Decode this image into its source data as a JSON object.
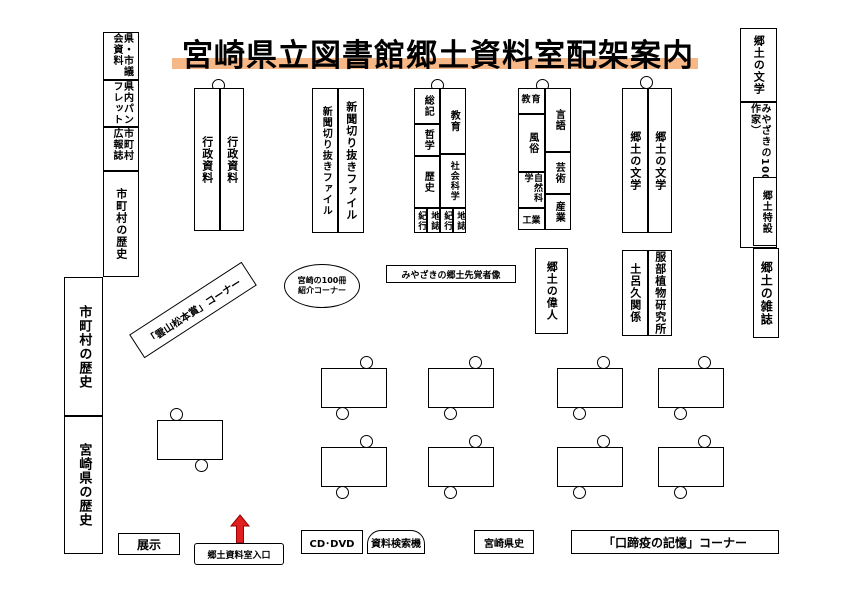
{
  "title": "宮崎県立図書館郷土資料室配架案内",
  "accent_color": "#f7b888",
  "entrance_arrow_color": "#e02020",
  "left_wall": {
    "council": "県・市議会資料",
    "pamphlet": "県内パンフレット",
    "municipal_pr": "市町村広報誌",
    "municipal_history_upper": "市町村の歴史",
    "municipal_history_lower": "市町村の歴史",
    "pref_history": "宮崎県の歴史"
  },
  "shelves": {
    "admin_left": "行政資料",
    "admin_right": "行政資料",
    "news_left": "新聞切り抜きファイル",
    "news_right": "新聞切り抜きファイル",
    "soki": "総記",
    "tetsugaku": "哲学",
    "rekishi": "歴史",
    "kyoiku": "教育",
    "shakai": "社会科学",
    "kiko1": "紀行",
    "chishi1": "地誌",
    "kiko2": "紀行",
    "chishi2": "地誌",
    "kyoiku2": "教育",
    "fuzoku": "風俗",
    "shizen": "自然科学",
    "sangyo_kogyo": "工業",
    "gengo": "言語",
    "geijutsu": "芸術",
    "sangyo": "産業",
    "lit_left": "郷土の文学",
    "lit_right": "郷土の文学",
    "ijin": "郷土の偉人",
    "toroku": "土呂久関係",
    "fukubu": "服部植物研究所"
  },
  "right_wall": {
    "literature": "郷土の文学",
    "miyazaki100": "みやざきの100冊（郷土の作家）",
    "special": "郷土特設",
    "magazine": "郷土の雑誌"
  },
  "corners": {
    "kumoyama": "「雲山松本賞」コーナー",
    "hyakusatsu": "宮崎の100冊紹介コーナー",
    "pioneers": "みやざきの郷土先覚者像"
  },
  "bottom": {
    "exhibit": "展示",
    "entrance": "郷土資料室入口",
    "cd_dvd": "CD･DVD",
    "search": "資料検索機",
    "kenshi": "宮崎県史",
    "koteieki": "「口蹄疫の記憶」コーナー"
  }
}
